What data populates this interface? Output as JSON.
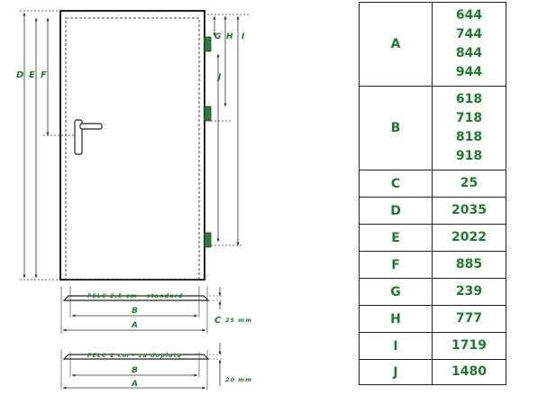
{
  "drawing": {
    "dim_labels": {
      "D": "D",
      "E": "E",
      "F": "F",
      "G": "G",
      "H": "H",
      "I": "I",
      "J": "J",
      "B1": "B",
      "A1": "A",
      "C": "C",
      "B2": "B",
      "A2": "A"
    },
    "threshold_standard": "FELC 2,5 cm - standard",
    "threshold_extra": "FELC 2 cm - za doplatą",
    "depth_25": "25 mm",
    "depth_20": "20 mm"
  },
  "table": {
    "rows": [
      {
        "key": "A",
        "values": [
          "644",
          "744",
          "844",
          "944"
        ]
      },
      {
        "key": "B",
        "values": [
          "618",
          "718",
          "818",
          "918"
        ]
      },
      {
        "key": "C",
        "values": [
          "25"
        ]
      },
      {
        "key": "D",
        "values": [
          "2035"
        ]
      },
      {
        "key": "E",
        "values": [
          "2022"
        ]
      },
      {
        "key": "F",
        "values": [
          "885"
        ]
      },
      {
        "key": "G",
        "values": [
          "239"
        ]
      },
      {
        "key": "H",
        "values": [
          "777"
        ]
      },
      {
        "key": "I",
        "values": [
          "1719"
        ]
      },
      {
        "key": "J",
        "values": [
          "1480"
        ]
      }
    ]
  },
  "colors": {
    "accent": "#1f7a2e",
    "hinge": "#2f7a3a",
    "line": "#222222"
  }
}
